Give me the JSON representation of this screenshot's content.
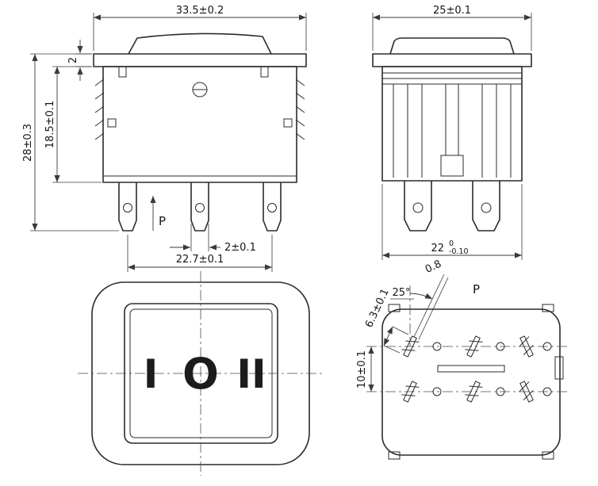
{
  "drawing": {
    "front_view": {
      "dim_width": "33.5±0.2",
      "dim_bezel_thickness": "2",
      "dim_body_height": "18.5±0.1",
      "dim_total_height": "28±0.3",
      "dim_terminal_width": "2±0.1",
      "dim_terminal_pitch": "22.7±0.1",
      "force_label": "P"
    },
    "side_view": {
      "dim_width": "25±0.1",
      "dim_bottom_width": "22",
      "dim_bottom_tol_high": "0",
      "dim_bottom_tol_low": "-0.10"
    },
    "top_view": {
      "legend_left": "I",
      "legend_center": "O",
      "legend_right": "II"
    },
    "bottom_view": {
      "dim_pin_thickness": "0.8",
      "dim_pin_angle": "25°",
      "dim_pin_length": "6.3±0.1",
      "dim_row_pitch": "10±0.1",
      "force_label": "P"
    }
  }
}
